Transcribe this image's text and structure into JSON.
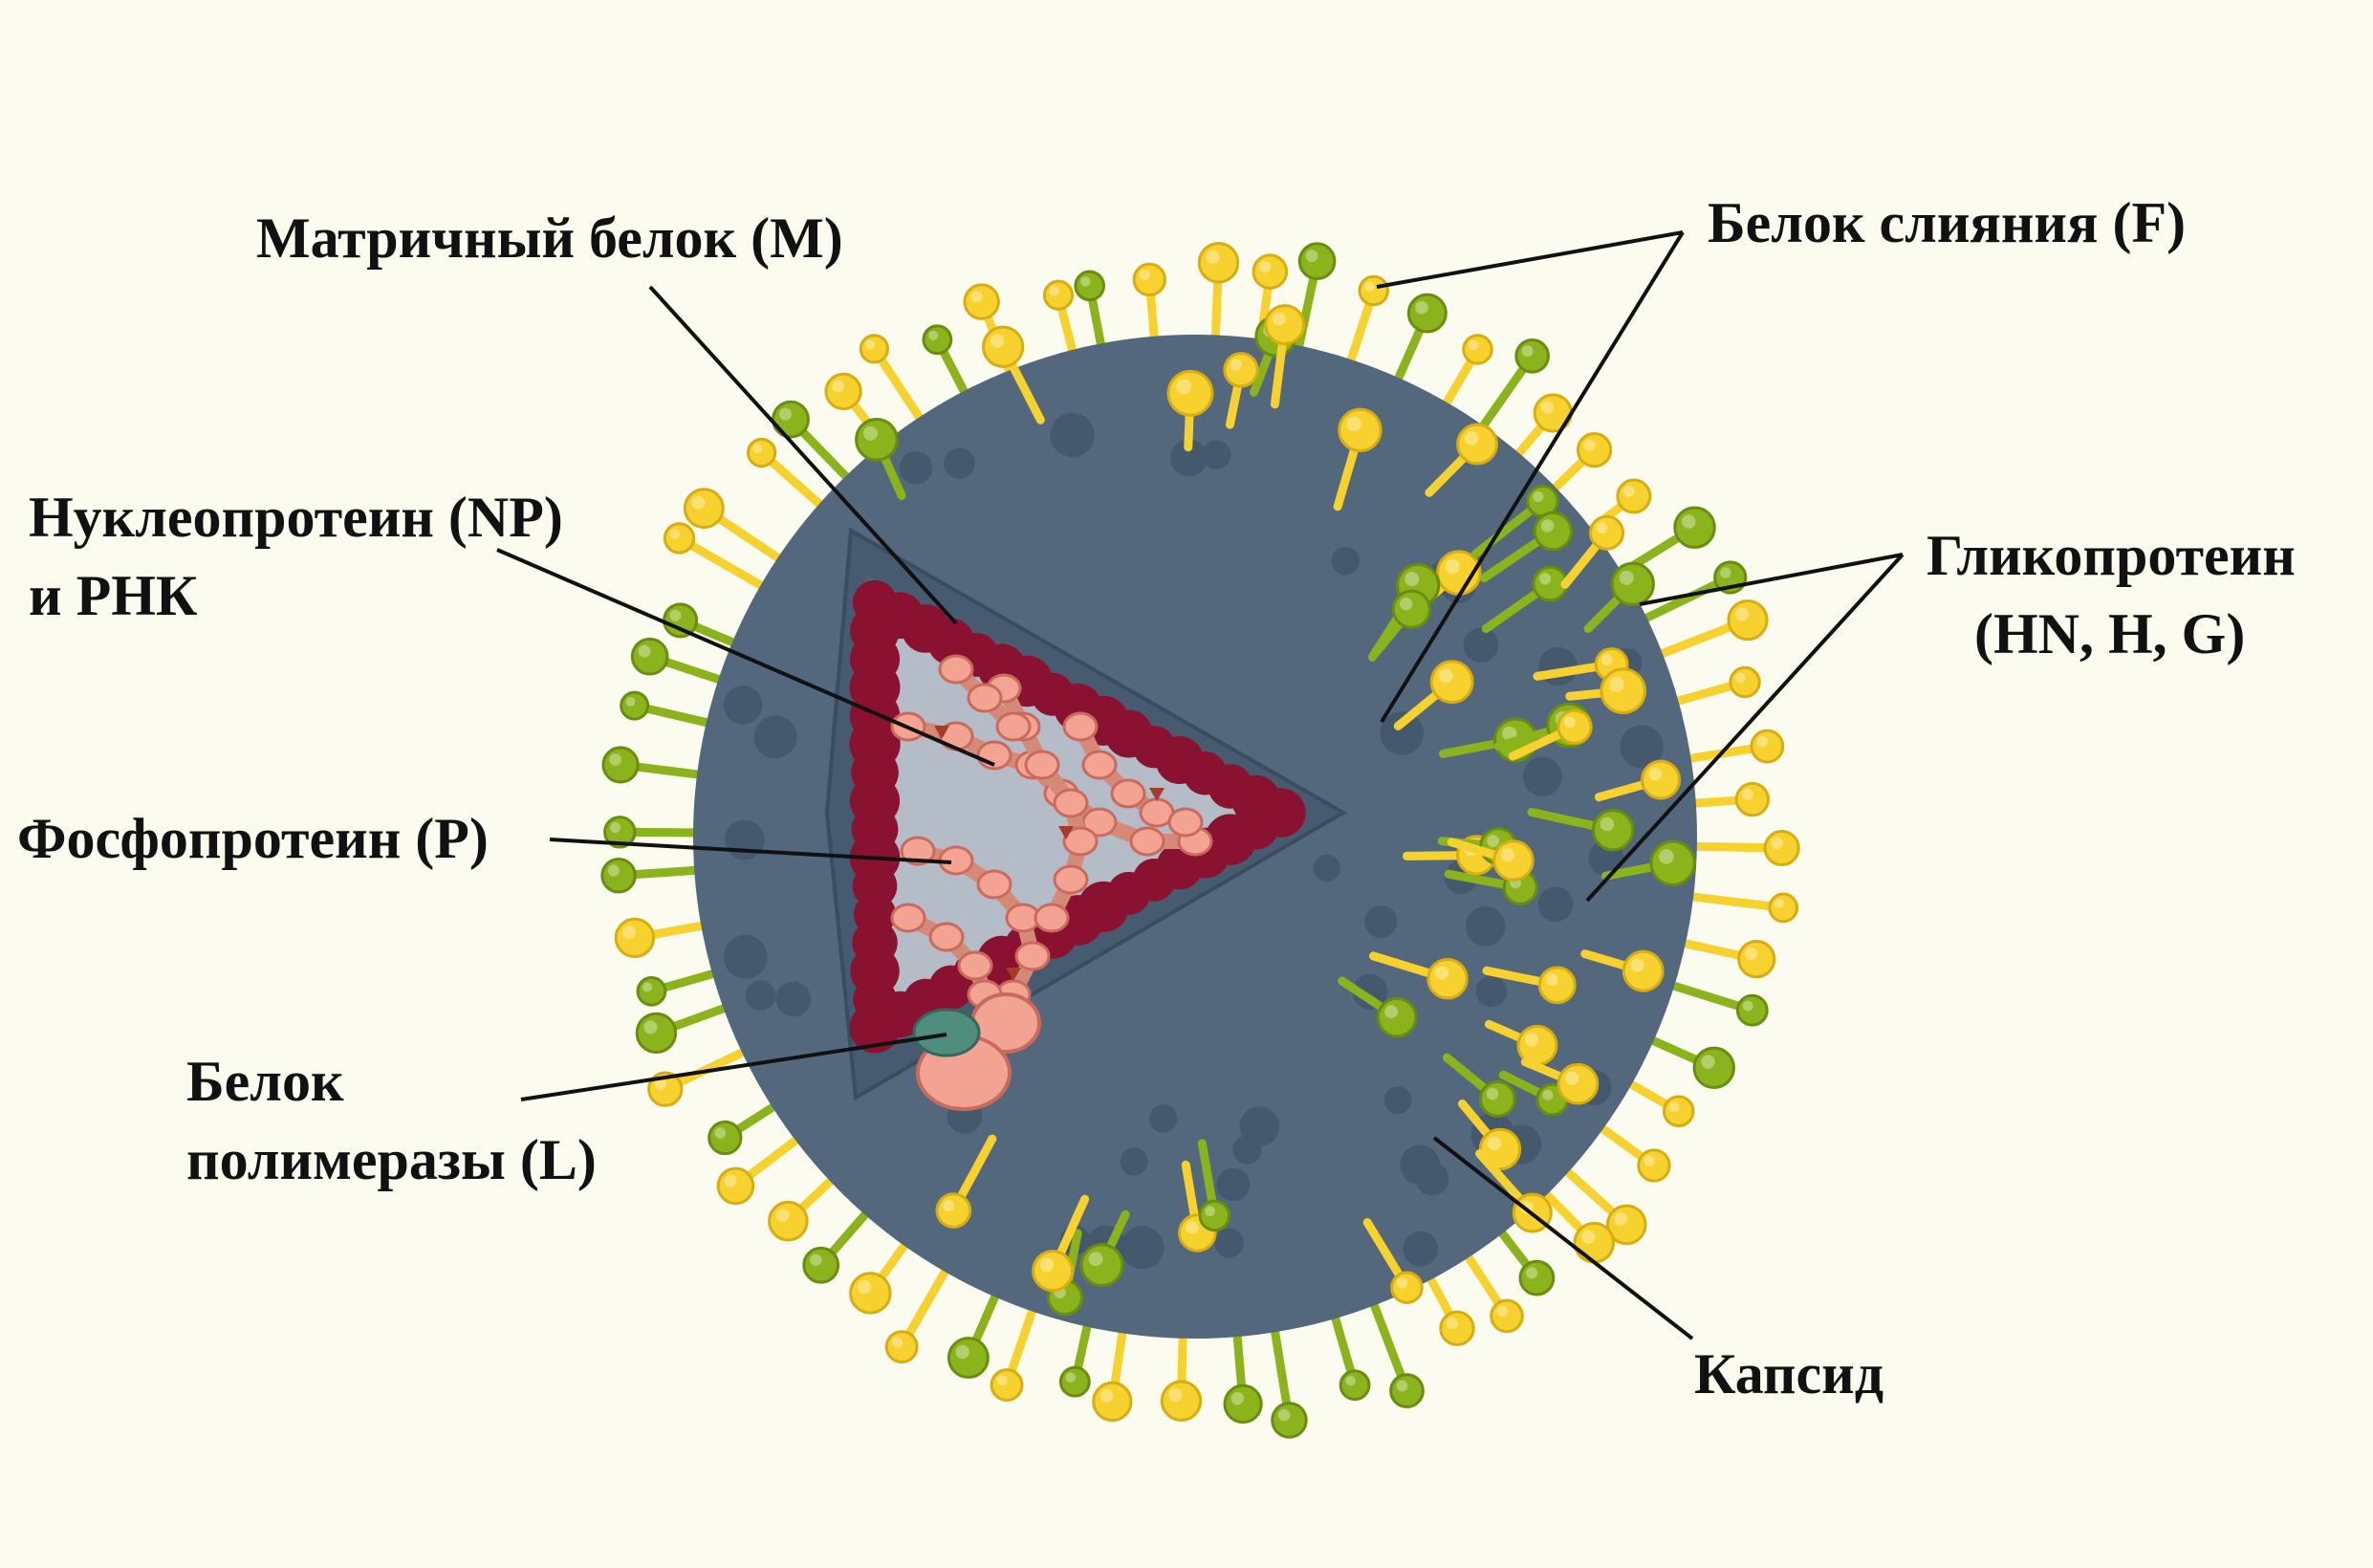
{
  "colors": {
    "background": "#fbfbf0",
    "capsid": "#53687d",
    "capsid_dark": "#44596d",
    "matrix_protein": "#8a1230",
    "interior": "#b3bcc7",
    "nucleoprotein": "#f2a391",
    "fusion_protein": "#f7d12d",
    "glycoprotein": "#8bb31c",
    "polymerase": "#4f8d7d",
    "leader_line": "#111111"
  },
  "labels": {
    "matrix_protein": "Матричный белок (М)",
    "fusion_protein": "Белок слияния (F)",
    "nucleoprotein_line1": "Нуклеопротеин (NP)",
    "nucleoprotein_line2": "и РНК",
    "glycoprotein_line1": "Гликопротеин",
    "glycoprotein_line2": "(HN, H, G)",
    "phosphoprotein": "Фосфопротеин (Р)",
    "polymerase_line1": "Белок",
    "polymerase_line2": "полимеразы (L)",
    "capsid": "Капсид"
  }
}
